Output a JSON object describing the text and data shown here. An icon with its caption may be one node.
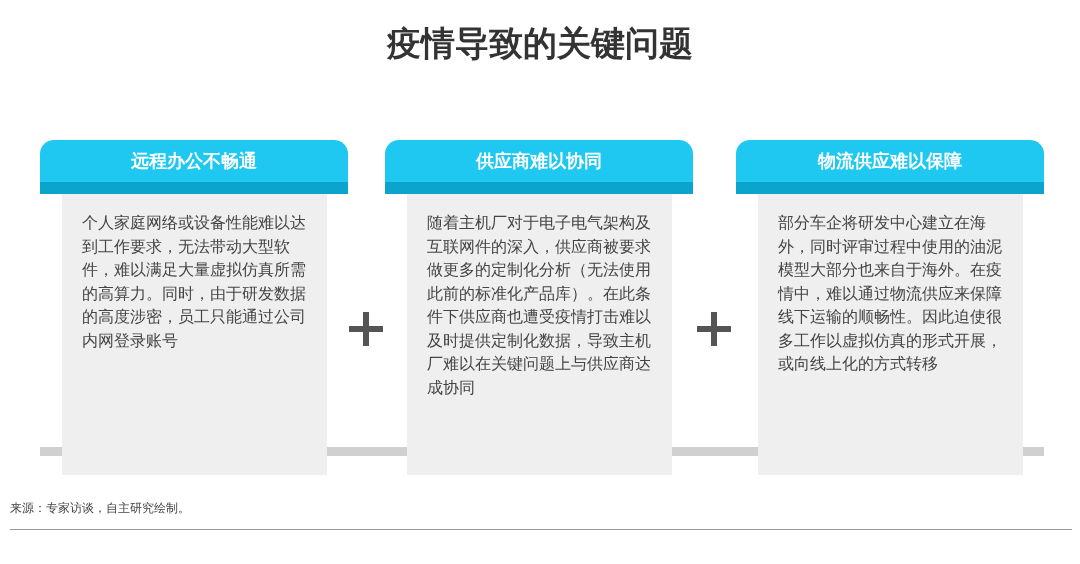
{
  "diagram": {
    "title": "疫情导致的关键问题",
    "nodes": [
      {
        "text": [
          "远程办公不畅通"
        ]
      },
      {
        "text": [
          "个人家庭网络或设备性能难以达到工作要求，无法带动大型软件，难以满足大量虚拟仿真所需的高算力。同时，由于研发数据的高度涉密，员工只能通过公司内网登录账号"
        ]
      },
      {
        "text": [
          "供应商难以协同"
        ]
      },
      {
        "text": [
          "随着主机厂对于电子电气架构及互联网件的深入，供应商被要求做更多的定制化分析（无法使用此前的标准化产品库）。在此条件下供应商也遭受疫情打击难以及时提供定制化数据，导致主机厂难以在关键问题上与供应商达成协同"
        ]
      },
      {
        "text": [
          "物流供应难以保障"
        ]
      },
      {
        "text": [
          "部分车企将研发中心建立在海外，同时评审过程中使用的油泥模型大部分也来自于海外。在疫情中，难以通过物流供应来保障线下运输的顺畅性。因此迫使很多工作以虚拟仿真的形式开展，或向线上化的方式转移"
        ]
      }
    ],
    "labels": [
      "来源：专家访谈，自主研究绘制。"
    ]
  }
}
